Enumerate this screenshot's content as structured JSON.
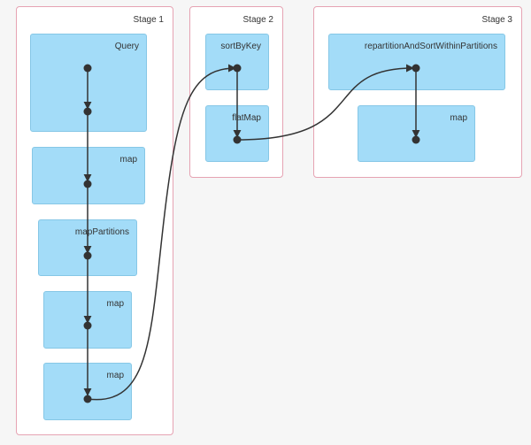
{
  "stages": [
    {
      "title": "Stage 1",
      "operations": [
        "Query",
        "map",
        "mapPartitions",
        "map",
        "map"
      ]
    },
    {
      "title": "Stage 2",
      "operations": [
        "sortByKey",
        "flatMap"
      ]
    },
    {
      "title": "Stage 3",
      "operations": [
        "repartitionAndSortWithinPartitions",
        "map"
      ]
    }
  ],
  "colors": {
    "stage_border": "#e6a3b3",
    "operation_fill": "#a3dcf8",
    "operation_border": "#86c7e6",
    "edge": "#333333",
    "node": "#333333"
  }
}
